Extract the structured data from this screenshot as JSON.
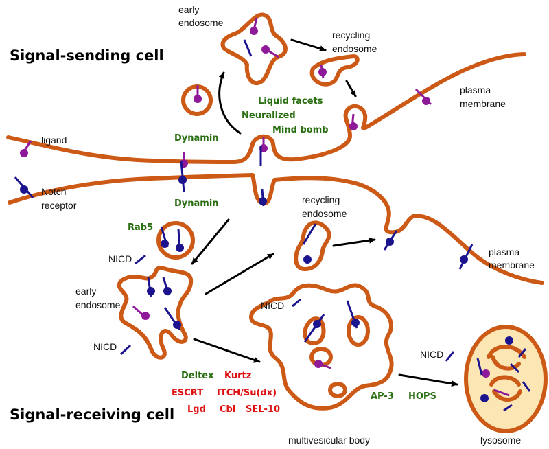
{
  "colors": {
    "membrane": "#cc5a16",
    "lysosome_fill": "#fbe6b4",
    "ligand": "#8e1a9a",
    "receptor": "#1c148f",
    "regulator_green": "#2a6e12",
    "regulator_red": "#dd1111",
    "arrow": "#000000"
  },
  "headings": {
    "sending": "Signal-sending cell",
    "receiving": "Signal-receiving cell"
  },
  "labels": {
    "early_endosome_top": [
      "early",
      "endosome"
    ],
    "recycling_endosome_top": [
      "recycling",
      "endosome"
    ],
    "plasma_membrane_top": [
      "plasma",
      "membrane"
    ],
    "ligand": "ligand",
    "notch_receptor": [
      "Notch",
      "receptor"
    ],
    "recycling_endosome_bottom": [
      "recycling",
      "endosome"
    ],
    "plasma_membrane_bottom": [
      "plasma",
      "membrane"
    ],
    "nicd": "NICD",
    "early_endosome_bottom": [
      "early",
      "endosome"
    ],
    "multivesicular_body": "multivesicular body",
    "lysosome": "lysosome"
  },
  "proteins_green": {
    "liquid_facets": "Liquid facets",
    "neuralized": "Neuralized",
    "mind_bomb": "Mind bomb",
    "dynamin_top": "Dynamin",
    "dynamin_bottom": "Dynamin",
    "rab5": "Rab5",
    "deltex": "Deltex",
    "ap3": "AP-3",
    "hops": "HOPS"
  },
  "proteins_red": {
    "kurtz": "Kurtz",
    "escrt": "ESCRT",
    "itch": "ITCH/Su(dx)",
    "lgd": "Lgd",
    "cbl": "Cbl",
    "sel10": "SEL-10"
  }
}
